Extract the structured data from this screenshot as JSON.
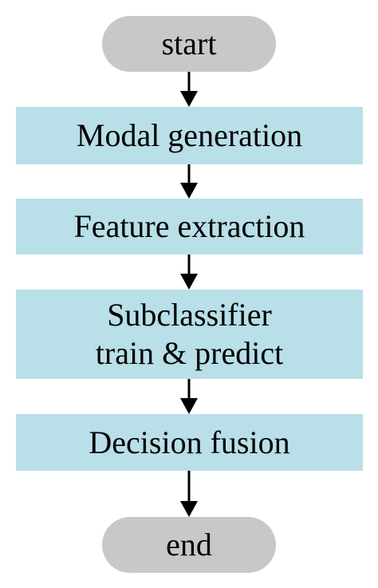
{
  "flowchart": {
    "colors": {
      "terminal_fill": "#c8c8c8",
      "process_fill": "#b9dfe8",
      "arrow": "#000000"
    },
    "nodes": [
      {
        "id": "start",
        "shape": "terminal",
        "lines": [
          "start"
        ]
      },
      {
        "id": "modal",
        "shape": "process",
        "lines": [
          "Modal generation"
        ]
      },
      {
        "id": "feature",
        "shape": "process",
        "lines": [
          "Feature extraction"
        ]
      },
      {
        "id": "subclassifier",
        "shape": "process",
        "lines": [
          "Subclassifier",
          "train & predict"
        ]
      },
      {
        "id": "fusion",
        "shape": "process",
        "lines": [
          "Decision fusion"
        ]
      },
      {
        "id": "end",
        "shape": "terminal",
        "lines": [
          "end"
        ]
      }
    ],
    "edges": [
      {
        "from": "start",
        "to": "modal"
      },
      {
        "from": "modal",
        "to": "feature"
      },
      {
        "from": "feature",
        "to": "subclassifier"
      },
      {
        "from": "subclassifier",
        "to": "fusion"
      },
      {
        "from": "fusion",
        "to": "end"
      }
    ]
  }
}
